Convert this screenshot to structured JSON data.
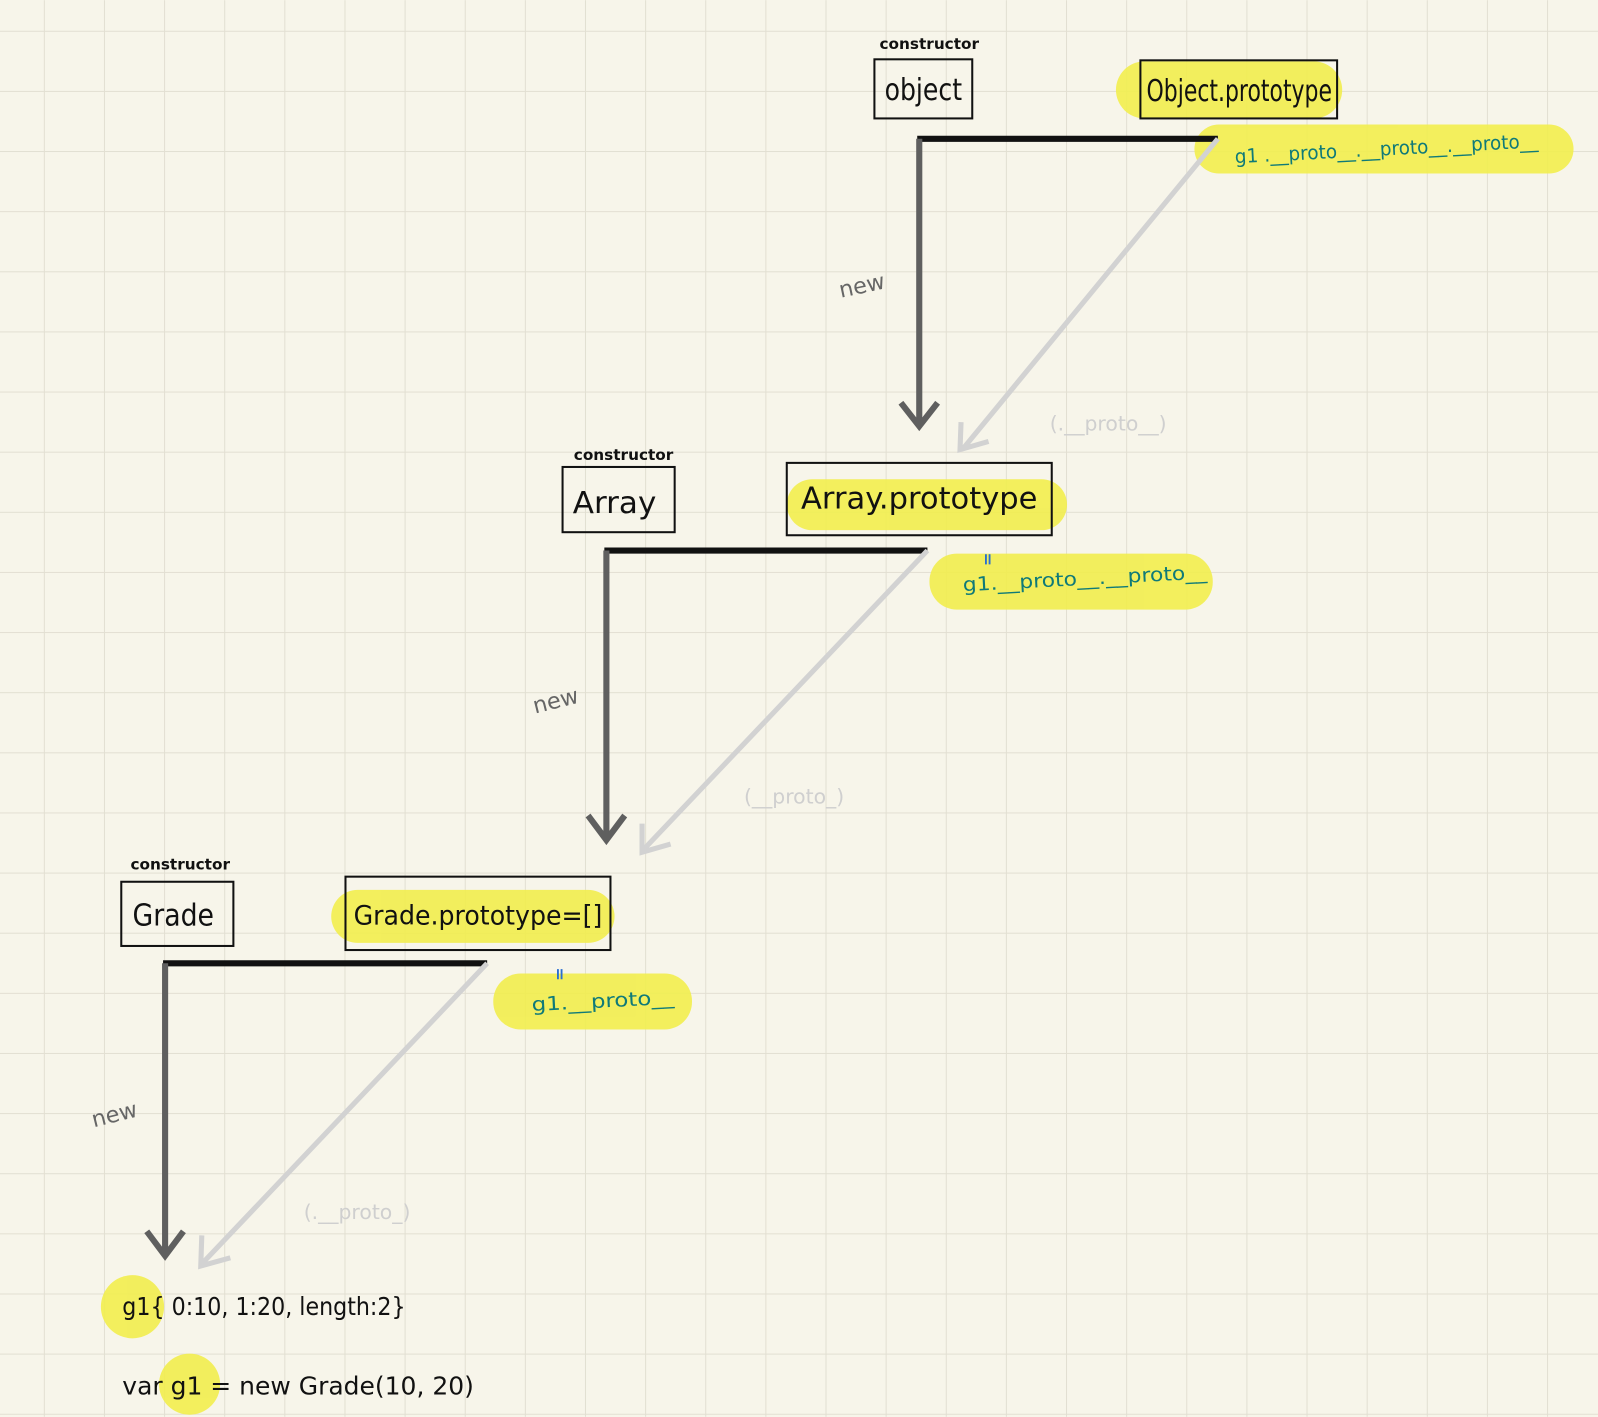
{
  "colors": {
    "background": "#f7f5ea",
    "grid": "#e2dfd2",
    "highlight": "#f2ee4e",
    "teal": "#0f7a78",
    "arrow_dark": "#5f5f5f",
    "arrow_light": "#d2d2d2"
  },
  "levels": [
    {
      "constructor_caption": "constructor",
      "constructor_name": "object",
      "prototype_label": "Object.prototype",
      "new_label": "new",
      "equivalence_mark": "",
      "access_path": "g1 .__proto__.__proto__.__proto__",
      "proto_arrow_label": "(.__proto__)"
    },
    {
      "constructor_caption": "constructor",
      "constructor_name": "Array",
      "prototype_label": "Array.prototype",
      "new_label": "new",
      "equivalence_mark": "=",
      "access_path": "g1.__proto__.__proto__",
      "proto_arrow_label": "(__proto_)"
    },
    {
      "constructor_caption": "constructor",
      "constructor_name": "Grade",
      "prototype_label": "Grade.prototype=[]",
      "new_label": "new",
      "equivalence_mark": "=",
      "access_path": "g1.__proto__",
      "proto_arrow_label": "(.__proto_)"
    }
  ],
  "instance": {
    "object_literal": "g1{ 0:10, 1:20, length:2}"
  },
  "code": {
    "statement": "var g1 = new Grade(10, 20)"
  }
}
